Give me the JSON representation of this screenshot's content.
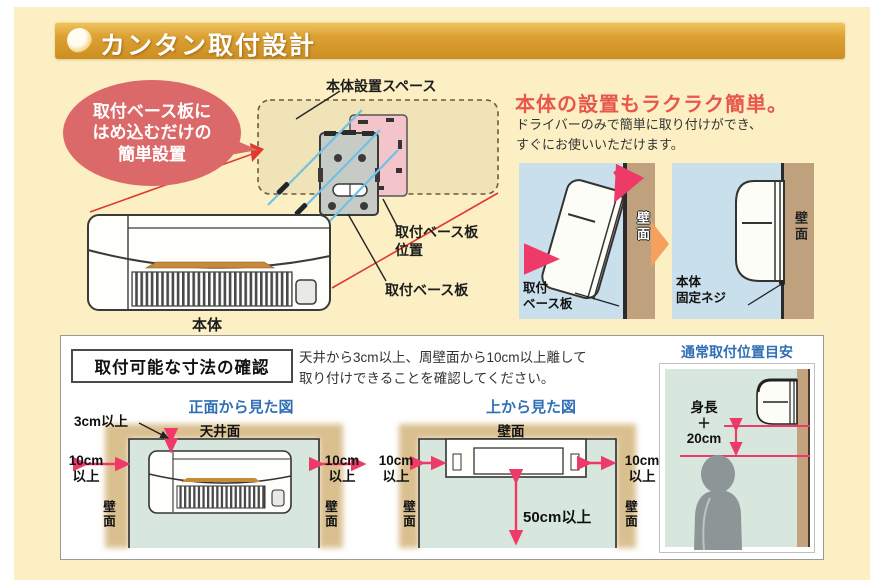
{
  "header": {
    "title": "カンタン取付設計"
  },
  "left_section": {
    "bubble": {
      "line1": "取付ベース板に",
      "line2": "はめ込むだけの",
      "line3": "簡単設置"
    },
    "space_label": "本体設置スペース",
    "plate_position_label_line1": "取付ベース板",
    "plate_position_label_line2": "位置",
    "plate_label": "取付ベース板",
    "unit_label": "本体"
  },
  "right_section": {
    "heading": "本体の設置もラクラク簡単。",
    "description_line1": "ドライバーのみで簡単に取り付けができ、",
    "description_line2": "すぐにお使いいただけます。",
    "step1": {
      "wall_label": "壁面",
      "caption_line1": "取付",
      "caption_line2": "ベース板"
    },
    "step2": {
      "wall_label": "壁面",
      "caption_line1": "本体",
      "caption_line2": "固定ネジ"
    }
  },
  "dimensions_section": {
    "title": "取付可能な寸法の確認",
    "note_line1": "天井から3cm以上、周壁面から10cm以上離して",
    "note_line2": "取り付けできることを確認してください。",
    "front_view": {
      "title": "正面から見た図",
      "ceiling_label": "天井面",
      "top_clearance": "3cm以上",
      "left_clearance_line1": "10cm",
      "left_clearance_line2": "以上",
      "right_clearance_line1": "10cm",
      "right_clearance_line2": "以上",
      "left_wall_label": "壁面",
      "right_wall_label": "壁面"
    },
    "top_view": {
      "title": "上から見た図",
      "wall_label": "壁面",
      "left_clearance_line1": "10cm",
      "left_clearance_line2": "以上",
      "right_clearance_line1": "10cm",
      "right_clearance_line2": "以上",
      "front_clearance": "50cm以上",
      "left_wall_label": "壁面",
      "right_wall_label": "壁面"
    },
    "position_guide": {
      "title": "通常取付位置目安",
      "height_line1": "身長",
      "height_line2": "＋",
      "height_line3": "20cm"
    }
  },
  "colors": {
    "background": "#FBEFC3",
    "header_gold": "#DCA033",
    "accent_red": "#DC6969",
    "heading_red": "#E8564C",
    "heading_blue": "#2F6FB5",
    "dimension_red": "#EE3A68",
    "room_teal": "#D7E7DE",
    "wall_brown": "#BFA27D",
    "step_blue": "#C9DFEC"
  }
}
